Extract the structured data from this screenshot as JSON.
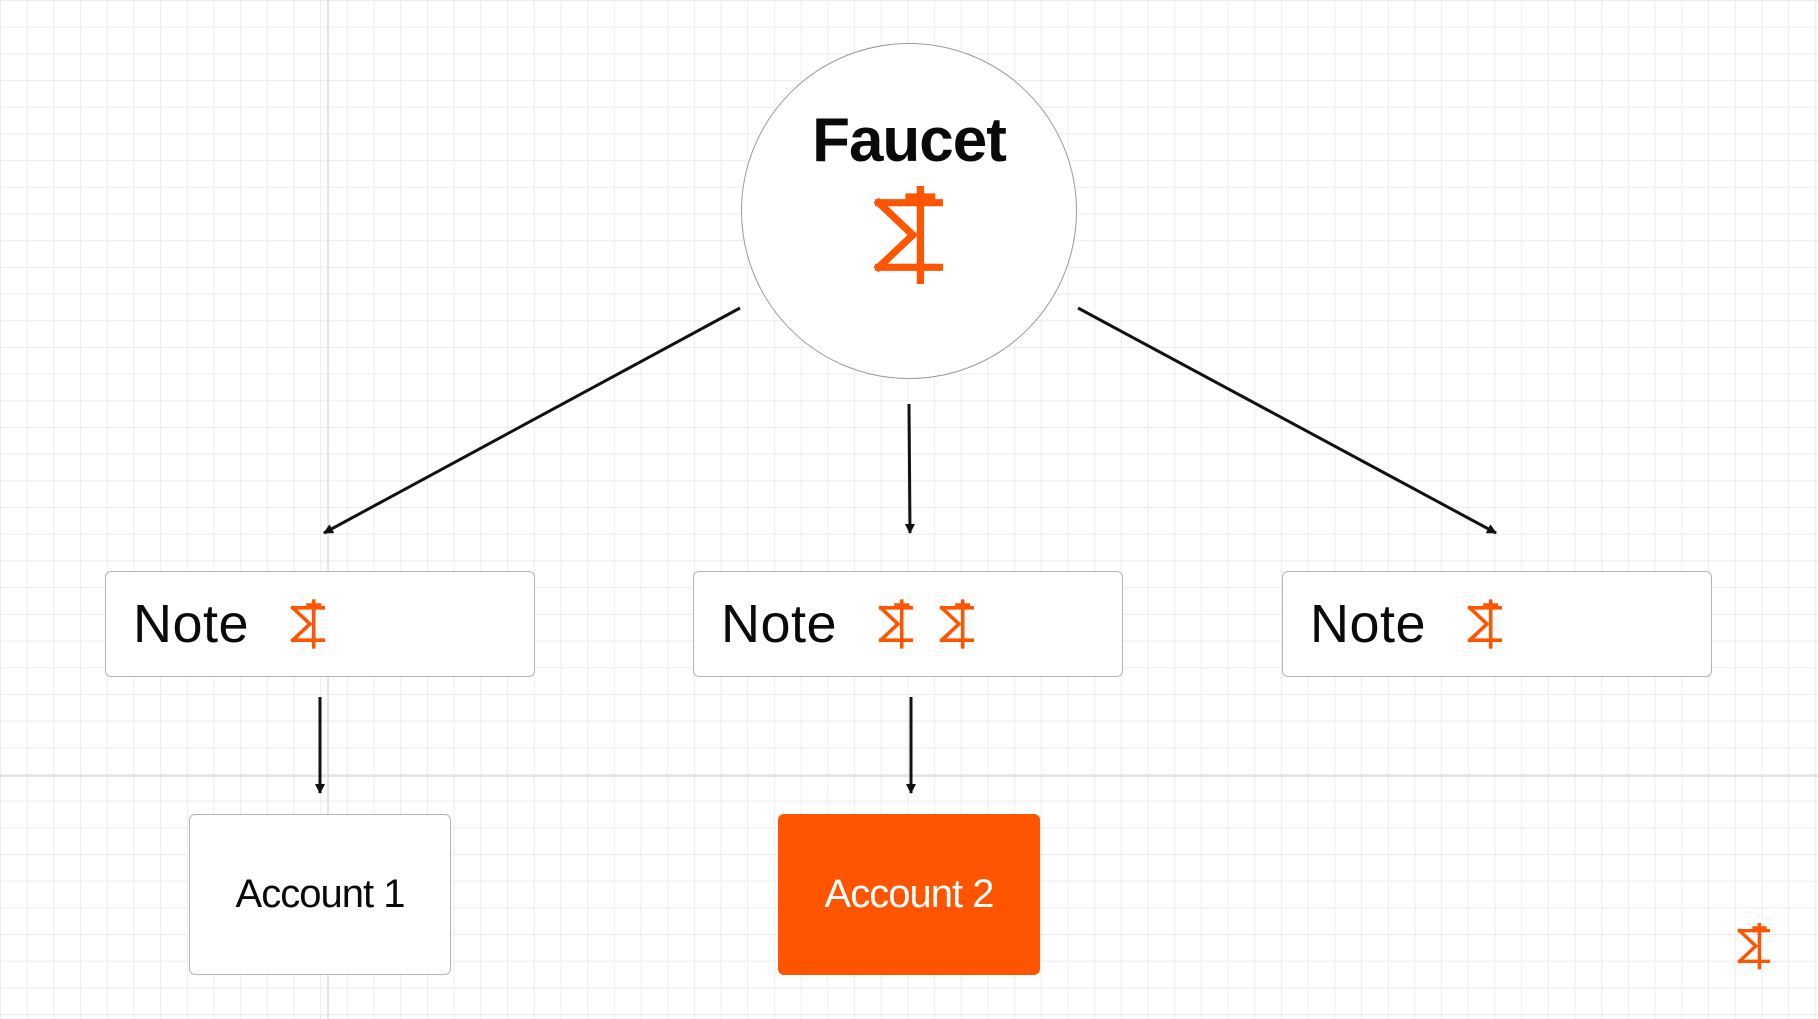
{
  "diagram": {
    "faucet": {
      "label": "Faucet",
      "icon": "miden-logo-icon"
    },
    "notes": [
      {
        "label": "Note",
        "tokens": 1
      },
      {
        "label": "Note",
        "tokens": 2
      },
      {
        "label": "Note",
        "tokens": 1
      }
    ],
    "accounts": [
      {
        "label": "Account 1",
        "highlighted": false
      },
      {
        "label": "Account 2",
        "highlighted": true
      }
    ],
    "edges": [
      {
        "from": "Faucet",
        "to": "Note 1"
      },
      {
        "from": "Faucet",
        "to": "Note 2"
      },
      {
        "from": "Faucet",
        "to": "Note 3"
      },
      {
        "from": "Note 1",
        "to": "Account 1"
      },
      {
        "from": "Note 2",
        "to": "Account 2"
      }
    ]
  },
  "colors": {
    "accent": "#ff5500",
    "line": "#111111",
    "grid": "#ececec"
  }
}
